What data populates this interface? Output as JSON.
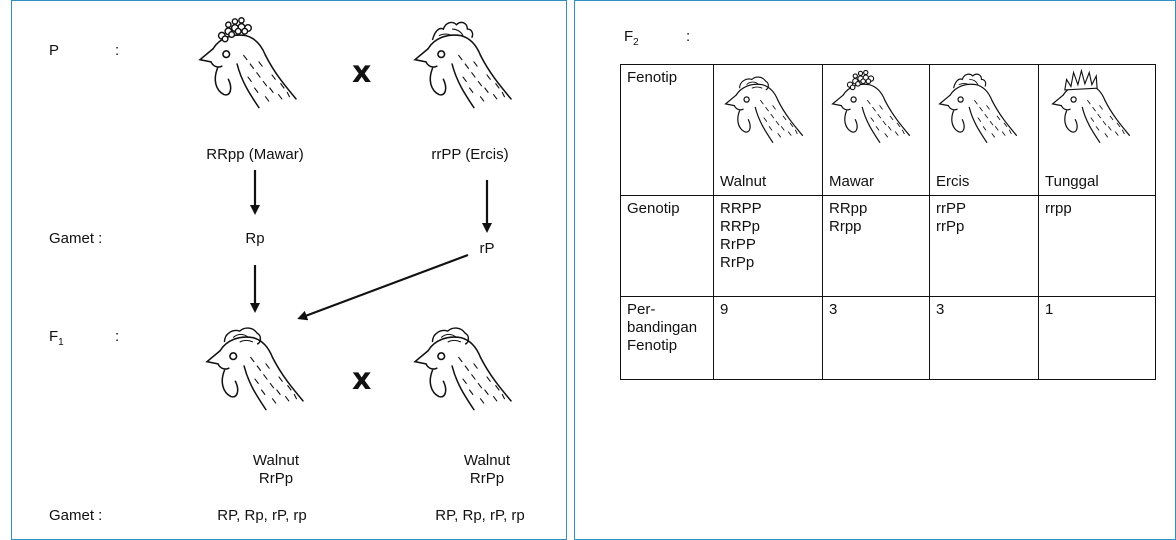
{
  "left": {
    "p_label": "P",
    "colon": ":",
    "p_left_genotype": "RRpp (Mawar)",
    "p_right_genotype": "rrPP (Ercis)",
    "cross_symbol": "x",
    "gamet_label": "Gamet :",
    "gamet_p_left": "Rp",
    "gamet_p_right": "rP",
    "f1_label_main": "F",
    "f1_label_sub": "1",
    "f1_left_name": "Walnut",
    "f1_left_genotype": "RrPp",
    "f1_right_name": "Walnut",
    "f1_right_genotype": "RrPp",
    "gamet_f1_left": "RP, Rp, rP, rp",
    "gamet_f1_right": "RP, Rp, rP, rp"
  },
  "right": {
    "f2_label_main": "F",
    "f2_label_sub": "2",
    "colon": ":",
    "table": {
      "row_headers": {
        "fenotip": "Fenotip",
        "genotip": "Genotip",
        "ratio_line1": "Per-",
        "ratio_line2": "bandingan",
        "ratio_line3": "Fenotip"
      },
      "columns": [
        {
          "phenotype": "Walnut",
          "genotypes": [
            "RRPP",
            "RRPp",
            "RrPP",
            "RrPp"
          ],
          "ratio": "9",
          "icon": "walnut-comb-hen"
        },
        {
          "phenotype": "Mawar",
          "genotypes": [
            "RRpp",
            "Rrpp"
          ],
          "ratio": "3",
          "icon": "rose-comb-hen"
        },
        {
          "phenotype": "Ercis",
          "genotypes": [
            "rrPP",
            "rrPp"
          ],
          "ratio": "3",
          "icon": "pea-comb-hen"
        },
        {
          "phenotype": "Tunggal",
          "genotypes": [
            "rrpp"
          ],
          "ratio": "1",
          "icon": "single-comb-hen"
        }
      ]
    }
  }
}
